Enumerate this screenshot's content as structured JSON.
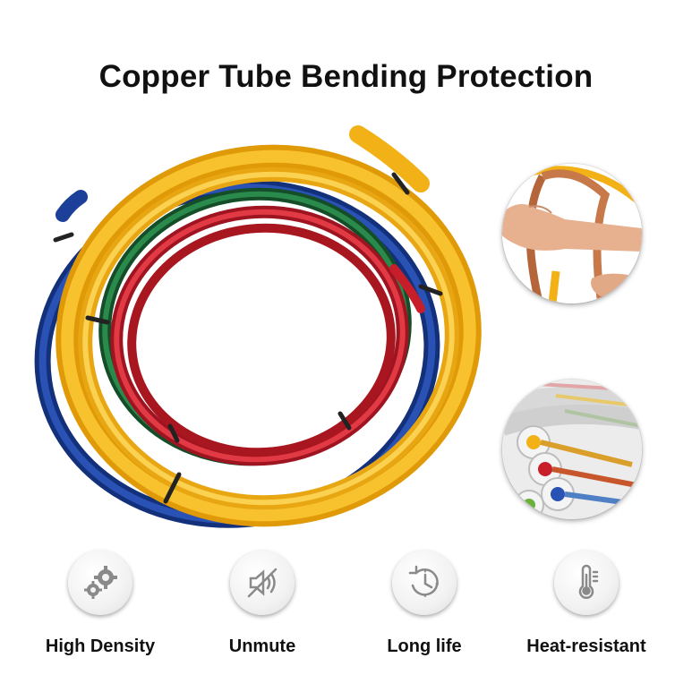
{
  "title": "Copper Tube Bending Protection",
  "tube_colors": {
    "yellow": "#f2b116",
    "blue": "#1c3f9a",
    "green": "#1f6b3a",
    "red": "#c81e2a",
    "copper": "#b5653a"
  },
  "features": [
    {
      "label": "High Density",
      "icon": "gears-icon"
    },
    {
      "label": "Unmute",
      "icon": "sound-wave-muted-icon"
    },
    {
      "label": "Long life",
      "icon": "clock-refresh-icon"
    },
    {
      "label": "Heat-resistant",
      "icon": "thermometer-icon"
    }
  ]
}
